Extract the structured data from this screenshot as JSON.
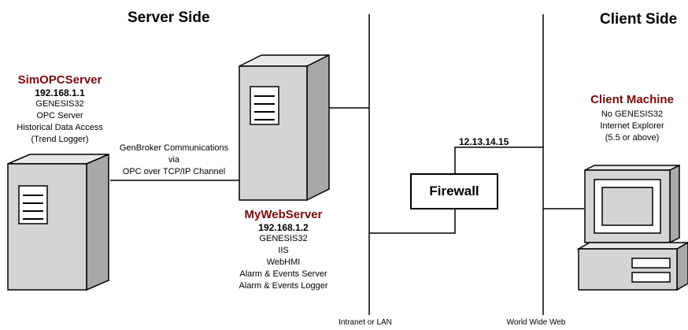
{
  "headings": {
    "server_side": "Server Side",
    "client_side": "Client Side"
  },
  "sim_opc_server": {
    "name": "SimOPCServer",
    "ip": "192.168.1.1",
    "lines": [
      "GENESIS32",
      "OPC Server",
      "Historical Data Access",
      "(Trend Logger)"
    ]
  },
  "genbroker": {
    "lines": [
      "GenBroker Communications",
      "via",
      "OPC over TCP/IP Channel"
    ]
  },
  "web_server": {
    "name": "MyWebServer",
    "ip": "192.168.1.2",
    "lines": [
      "GENESIS32",
      "IIS",
      "WebHMI",
      "Alarm & Events Server",
      "Alarm & Events Logger"
    ]
  },
  "firewall": {
    "label": "Firewall",
    "ip": "12.13.14.15"
  },
  "client": {
    "name": "Client Machine",
    "lines": [
      "No GENESIS32",
      "Internet Explorer",
      "(5.5 or above)"
    ]
  },
  "networks": {
    "intranet": "Intranet or LAN",
    "www": "World Wide Web"
  },
  "colors": {
    "title_accent": "#7a0a0a",
    "device_fill": "#d4d4d4",
    "device_outline": "#000000"
  },
  "icons": [
    "server-tower-icon",
    "server-tower-icon",
    "desktop-computer-icon"
  ]
}
